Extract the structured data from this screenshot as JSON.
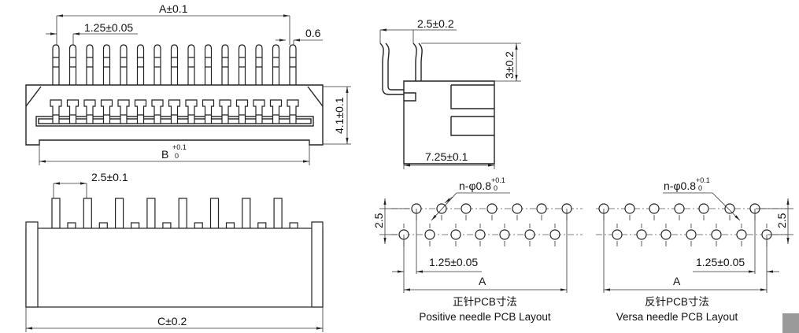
{
  "top_view": {
    "dim_a": "A±0.1",
    "dim_pitch": "1.25±0.05",
    "dim_pin_width": "0.6",
    "dim_height": "4.1±0.1",
    "dim_b": "B",
    "dim_b_tol_upper": "+0.1",
    "dim_b_tol_lower": "0",
    "pin_count": 15
  },
  "front_view": {
    "dim_pitch": "2.5±0.1",
    "dim_c": "C±0.2",
    "pin_count": 8
  },
  "side_view": {
    "dim_pin_spacing": "2.5±0.2",
    "dim_pin_height": "3±0.2",
    "dim_depth": "7.25±0.1"
  },
  "positive_layout": {
    "hole_label": "n-φ0.8",
    "hole_tol_upper": "+0.1",
    "hole_tol_lower": "0",
    "row_spacing": "2.5",
    "pitch": "1.25±0.05",
    "span": "A",
    "caption_cn": "正针PCB寸法",
    "caption_en": "Positive needle PCB Layout"
  },
  "versa_layout": {
    "hole_label": "n-φ0.8",
    "hole_tol_upper": "+0.1",
    "hole_tol_lower": "0",
    "row_spacing": "2.5",
    "pitch": "1.25±0.05",
    "span": "A",
    "caption_cn": "反针PCB寸法",
    "caption_en": "Versa needle PCB Layout"
  }
}
